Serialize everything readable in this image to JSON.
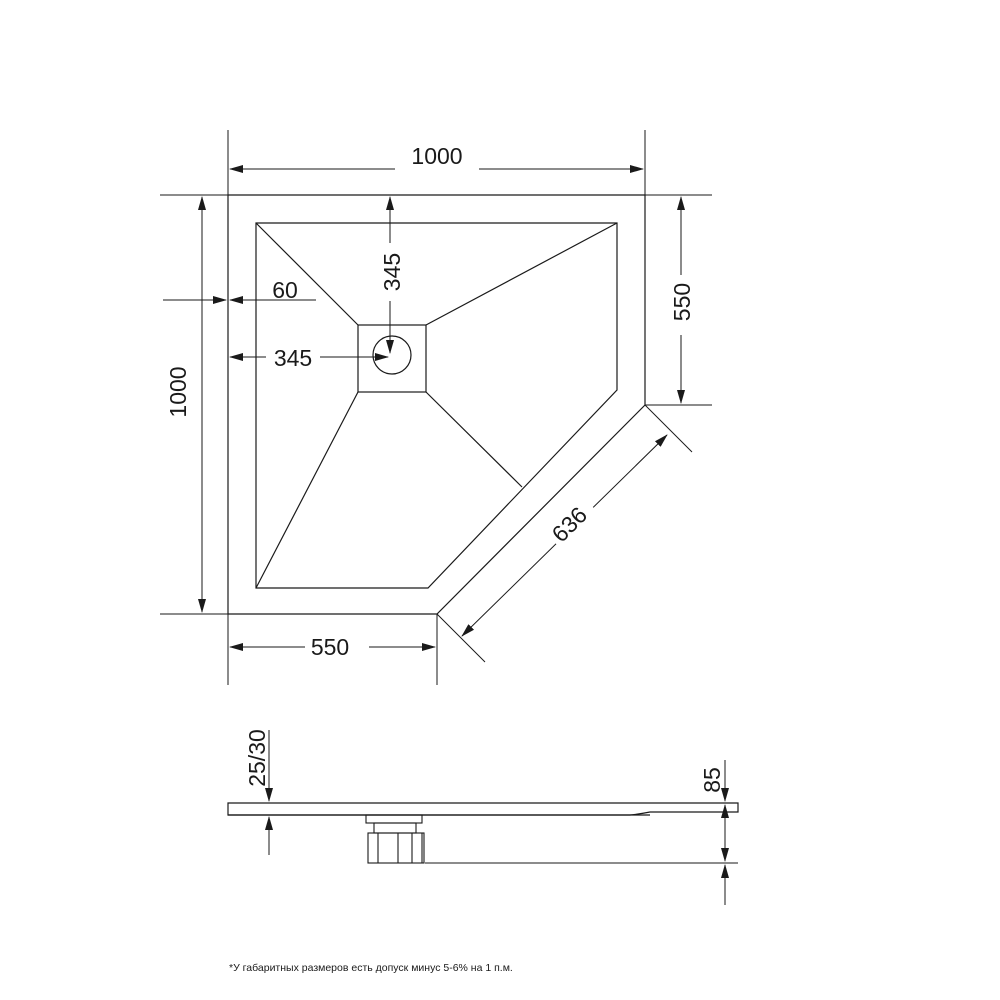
{
  "dimensions": {
    "overall_width": "1000",
    "overall_depth": "1000",
    "right_side": "550",
    "bottom_side": "550",
    "diagonal": "636",
    "drain_from_top": "345",
    "drain_from_left": "345",
    "rim_width": "60",
    "tray_height": "25/30",
    "total_height": "85"
  },
  "footnote": "*У габаритных размеров есть допуск минус  5-6% на 1 п.м."
}
